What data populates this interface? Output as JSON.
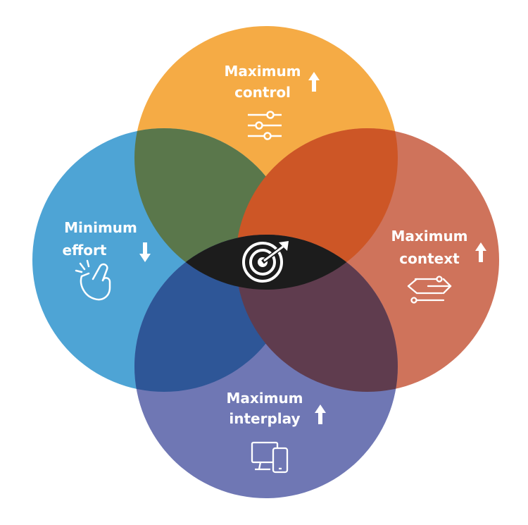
{
  "diagram": {
    "circles": [
      {
        "id": "top",
        "line1": "Maximum",
        "line2": "control",
        "arrow": "up",
        "icon": "sliders-icon",
        "color": "#f5ab45"
      },
      {
        "id": "left",
        "line1": "Minimum",
        "line2": "effort",
        "arrow": "down",
        "icon": "snapping-fingers-icon",
        "color": "#4ea4d5"
      },
      {
        "id": "right",
        "line1": "Maximum",
        "line2": "context",
        "arrow": "up",
        "icon": "data-flow-arrows-icon",
        "color": "#cf735b"
      },
      {
        "id": "bottom",
        "line1": "Maximum",
        "line2": "interplay",
        "arrow": "up",
        "icon": "devices-icon",
        "color": "#6f77b4"
      }
    ],
    "center_icon": "target-icon",
    "overlap_colors": {
      "top_left": "#5a774b",
      "top_right": "#cd5626",
      "bottom_left": "#2e5697",
      "bottom_right": "#5f3c4e",
      "center": "#1c1c1c"
    }
  }
}
